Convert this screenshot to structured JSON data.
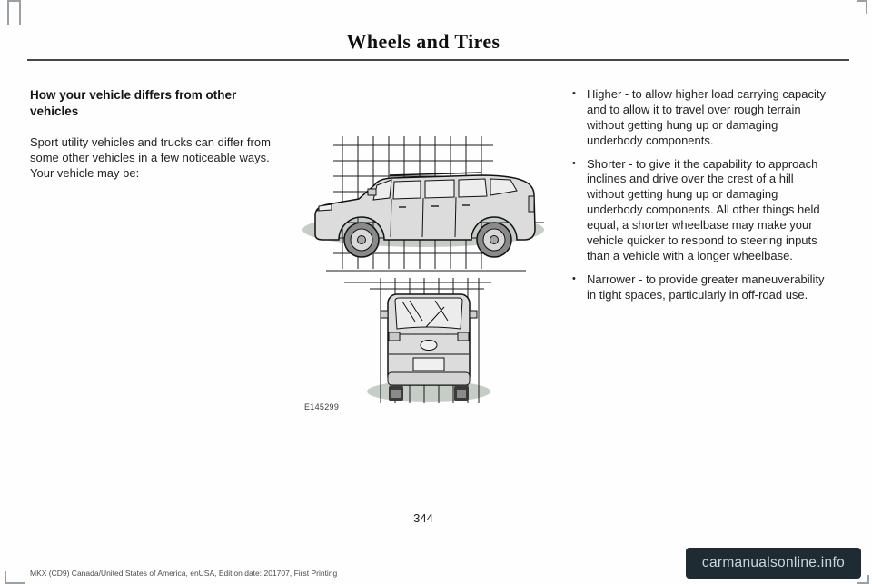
{
  "header": {
    "title": "Wheels and Tires"
  },
  "content": {
    "heading": "How your vehicle differs from other vehicles",
    "intro": "Sport utility vehicles and trucks can differ from some other vehicles in a few noticeable ways. Your vehicle may be:",
    "bullets": [
      "Higher - to allow higher load carrying capacity and to allow it to travel over rough terrain without getting hung up or damaging underbody components.",
      "Shorter - to give it the capability to approach inclines and drive over the crest of a hill without getting hung up or damaging underbody components. All other things held equal, a shorter wheelbase may make your vehicle quicker to respond to steering inputs than a vehicle with a longer wheelbase.",
      "Narrower - to provide greater maneuverability in tight spaces, particularly in off-road use."
    ],
    "figure_label": "E145299"
  },
  "footer": {
    "page_number": "344",
    "imprint": "MKX (CD9) Canada/United States of America, enUSA, Edition date: 201707, First Printing",
    "watermark": "carmanualsonline.info"
  }
}
